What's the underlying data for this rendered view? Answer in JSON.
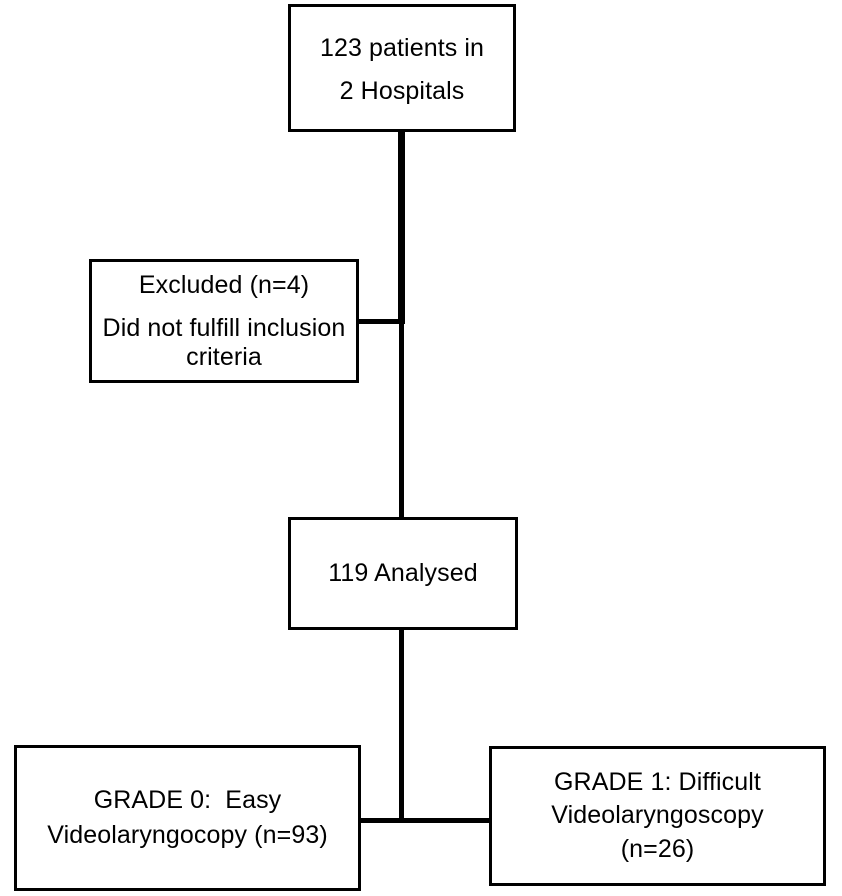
{
  "diagram": {
    "type": "flowchart",
    "title": "Patient enrolment and videolaryngoscopy grading flow",
    "stroke_color": "#000000",
    "background_color": "#ffffff",
    "nodes": {
      "enrollment": {
        "id": "enrollment",
        "line_1": "123 patients in",
        "line_2": "2 Hospitals",
        "count": 123,
        "sites": 2
      },
      "excluded": {
        "id": "excluded",
        "line_1": "Excluded (n=4)",
        "line_2": "Did not fulfill inclusion criteria",
        "count": 4,
        "reason": "Did not fulfill inclusion criteria"
      },
      "analysed": {
        "id": "analysed",
        "line_1": "119 Analysed",
        "count": 119
      },
      "grade0": {
        "id": "grade0",
        "line_1": "GRADE 0:  Easy",
        "line_2": "Videolaryngocopy (n=93)",
        "grade": "GRADE 0",
        "difficulty": "Easy",
        "count": 93
      },
      "grade1": {
        "id": "grade1",
        "line_1": "GRADE 1: Difficult",
        "line_2": "Videolaryngoscopy",
        "line_3": "(n=26)",
        "grade": "GRADE 1",
        "difficulty": "Difficult",
        "count": 26
      }
    },
    "edges": [
      {
        "id": "enrollment-to-excluded",
        "from": "enrollment",
        "to": "excluded",
        "style": "elbow"
      },
      {
        "id": "enrollment-to-analysed",
        "from": "enrollment",
        "to": "analysed",
        "style": "straight"
      },
      {
        "id": "analysed-to-grade0",
        "from": "analysed",
        "to": "grade0",
        "style": "split"
      },
      {
        "id": "analysed-to-grade1",
        "from": "analysed",
        "to": "grade1",
        "style": "split"
      }
    ]
  }
}
